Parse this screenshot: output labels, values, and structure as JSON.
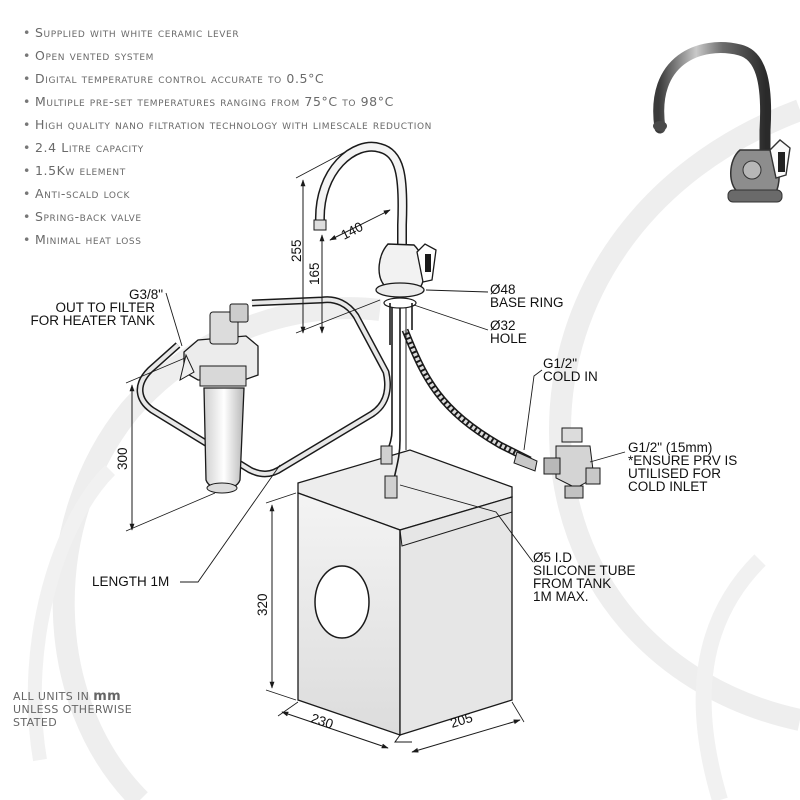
{
  "features": [
    "Supplied with white ceramic lever",
    "Open vented system",
    "Digital temperature control accurate to 0.5°C",
    "Multiple pre-set temperatures ranging from 75°C to 98°C",
    "High quality nano filtration technology with limescale reduction",
    "2.4 Litre capacity",
    "1.5Kw element",
    "Anti-scald lock",
    "Spring-back valve",
    "Minimal heat loss"
  ],
  "bullet_glyph": "•",
  "dimensions": {
    "spout_height": "255",
    "outlet_height": "165",
    "spout_reach": "140",
    "filter_height": "300",
    "tank_height": "320",
    "tank_width": "230",
    "tank_depth": "205"
  },
  "callouts": {
    "filter_outlet": [
      "G3/8\"",
      "OUT TO FILTER",
      "FOR HEATER TANK"
    ],
    "base_ring": [
      "Ø48",
      "BASE RING"
    ],
    "hole": [
      "Ø32",
      "HOLE"
    ],
    "cold_in": [
      "G1/2\"",
      "COLD IN"
    ],
    "prv": [
      "G1/2\" (15mm)",
      "*ENSURE PRV IS",
      "UTILISED FOR",
      "COLD INLET"
    ],
    "hose_length": "LENGTH 1M",
    "silicone_tube": [
      "Ø5 I.D",
      "SILICONE TUBE",
      "FROM TANK",
      "1M MAX."
    ]
  },
  "units_note": {
    "line1_prefix": "all units in",
    "line1_unit": "mm",
    "line2": "unless otherwise",
    "line3": "stated"
  },
  "colors": {
    "line": "#1a1a1a",
    "feature_text": "#6a6a6a",
    "watermark": "#eeeeee"
  }
}
